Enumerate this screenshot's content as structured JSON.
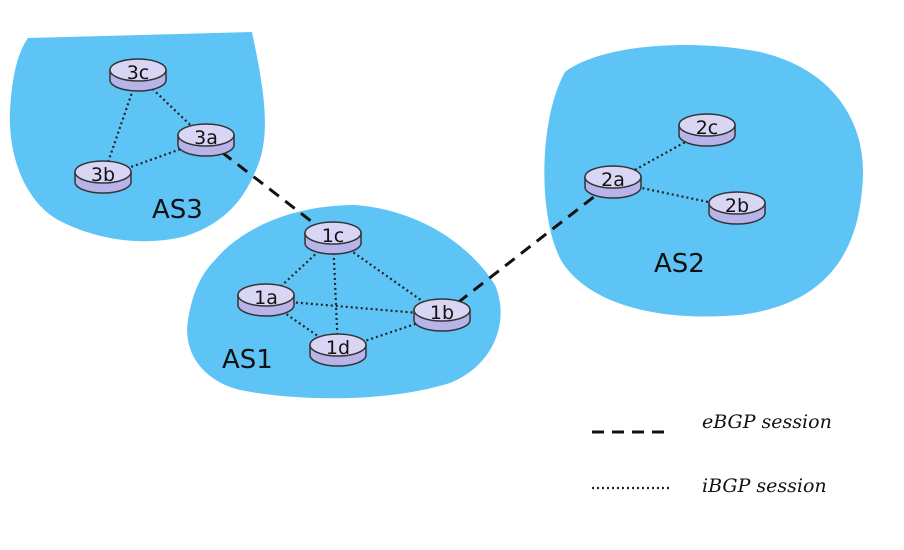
{
  "colors": {
    "as_fill": "#5ec4f5",
    "router_top": "#d9d6f5",
    "router_side": "#b8b3e8"
  },
  "autonomous_systems": [
    {
      "id": "as3",
      "label": "AS3"
    },
    {
      "id": "as1",
      "label": "AS1"
    },
    {
      "id": "as2",
      "label": "AS2"
    }
  ],
  "routers": [
    {
      "id": "3c",
      "label": "3c"
    },
    {
      "id": "3a",
      "label": "3a"
    },
    {
      "id": "3b",
      "label": "3b"
    },
    {
      "id": "1c",
      "label": "1c"
    },
    {
      "id": "1a",
      "label": "1a"
    },
    {
      "id": "1b",
      "label": "1b"
    },
    {
      "id": "1d",
      "label": "1d"
    },
    {
      "id": "2c",
      "label": "2c"
    },
    {
      "id": "2a",
      "label": "2a"
    },
    {
      "id": "2b",
      "label": "2b"
    }
  ],
  "sessions": {
    "ebgp": [
      [
        "3a",
        "1c"
      ],
      [
        "1b",
        "2a"
      ]
    ],
    "ibgp": [
      [
        "3c",
        "3a"
      ],
      [
        "3c",
        "3b"
      ],
      [
        "3b",
        "3a"
      ],
      [
        "1a",
        "1c"
      ],
      [
        "1c",
        "1b"
      ],
      [
        "1c",
        "1d"
      ],
      [
        "1a",
        "1b"
      ],
      [
        "1a",
        "1d"
      ],
      [
        "1d",
        "1b"
      ],
      [
        "2a",
        "2c"
      ],
      [
        "2a",
        "2b"
      ]
    ]
  },
  "legend": {
    "ebgp_label": "eBGP session",
    "ibgp_label": "iBGP session"
  }
}
